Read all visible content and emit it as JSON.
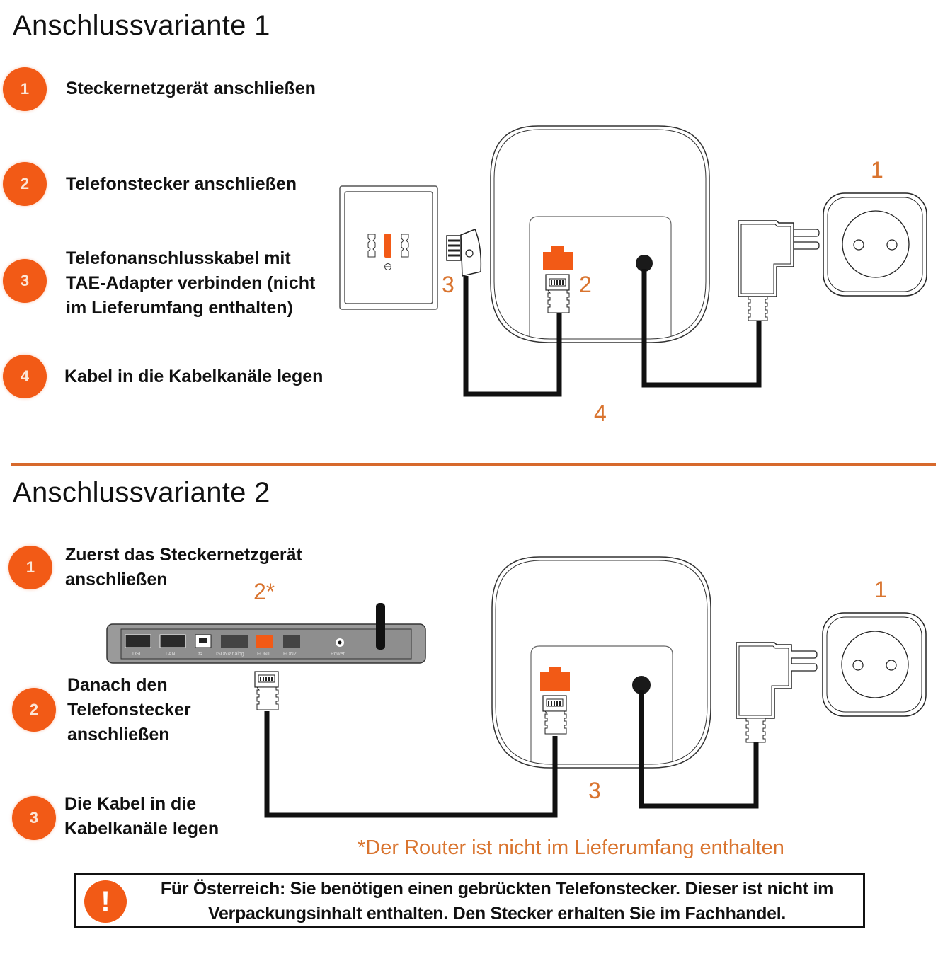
{
  "variant1": {
    "title": "Anschlussvariante 1",
    "steps": [
      {
        "number": "1",
        "text": "Steckernetzgerät anschließen"
      },
      {
        "number": "2",
        "text": "Telefonstecker anschließen"
      },
      {
        "number": "3",
        "text": "Telefonanschlusskabel mit\nTAE-Adapter verbinden (nicht\nim Lieferumfang enthalten)"
      },
      {
        "number": "4",
        "text": "Kabel in die Kabelkanäle legen"
      }
    ],
    "diagram_labels": {
      "socket": "1",
      "phone_jack": "2",
      "tae": "3",
      "cables": "4"
    }
  },
  "variant2": {
    "title": "Anschlussvariante 2",
    "steps": [
      {
        "number": "1",
        "text": "Zuerst das Steckernetzgerät\nanschließen"
      },
      {
        "number": "2",
        "text": "Danach den\nTelefonstecker\nanschließen"
      },
      {
        "number": "3",
        "text": "Die Kabel in die\nKabelkanäle legen"
      }
    ],
    "diagram_labels": {
      "router": "2*",
      "socket": "1",
      "cables": "3"
    },
    "router_ports": [
      "DSL",
      "LAN",
      "USB",
      "ISDN/analog",
      "FON1",
      "FON2",
      "Power"
    ]
  },
  "footnote": "*Der Router ist nicht im Lieferumfang enthalten",
  "notice": {
    "icon": "!",
    "line1": "Für  Österreich: Sie benötigen einen gebrückten Telefonstecker. Dieser ist nicht im",
    "line2": "Verpackungsinhalt enthalten. Den Stecker erhalten Sie im Fachhandel."
  },
  "colors": {
    "accent": "#f25a16",
    "label": "#d9742f",
    "divider": "#d7692c",
    "cable": "#111111"
  }
}
